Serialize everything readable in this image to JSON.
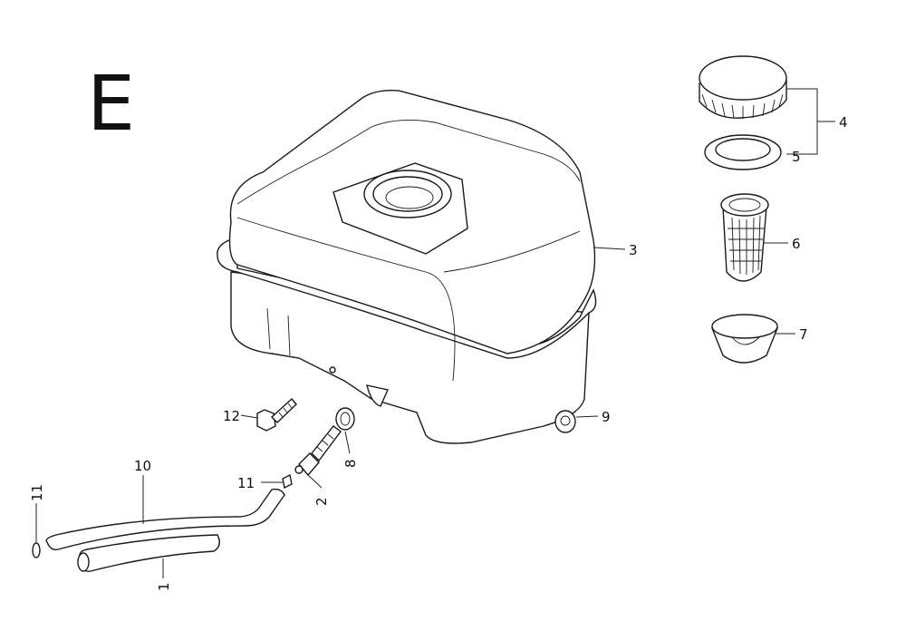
{
  "section_letter": "E",
  "callouts": {
    "c1": "1",
    "c2": "2",
    "c3": "3",
    "c4": "4",
    "c5": "5",
    "c6": "6",
    "c7": "7",
    "c8": "8",
    "c9": "9",
    "c10": "10",
    "c11a": "11",
    "c11b": "11",
    "c12": "12"
  }
}
